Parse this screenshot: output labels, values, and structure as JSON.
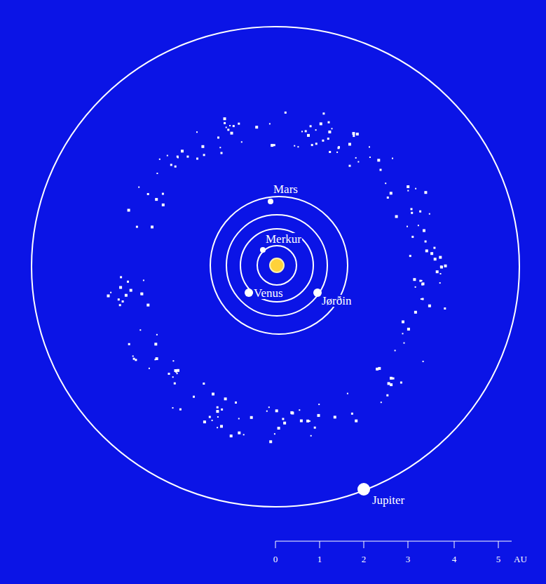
{
  "diagram": {
    "labels": [
      "Mars",
      "Merkur",
      "Venus",
      "Jørðin",
      "Jupiter",
      "0",
      "1",
      "2",
      "3",
      "4",
      "5",
      "AU"
    ]
  }
}
